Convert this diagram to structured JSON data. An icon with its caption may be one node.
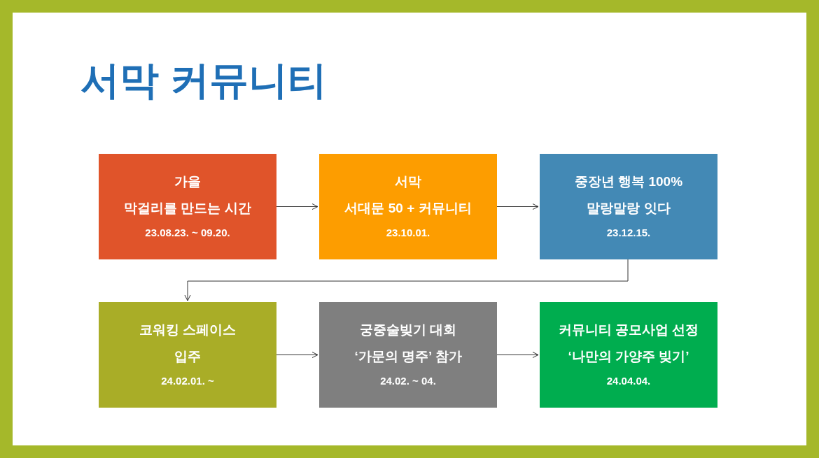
{
  "diagram": {
    "title": "서막 커뮤니티",
    "nodes": [
      {
        "text": [
          "가을",
          "막걸리를 만드는 시간",
          "23.08.23. ~ 09.20."
        ]
      },
      {
        "text": [
          "서막",
          "서대문 50 + 커뮤니티",
          "23.10.01."
        ]
      },
      {
        "text": [
          "중장년 행복 100%",
          "말랑말랑 잇다",
          "23.12.15."
        ]
      },
      {
        "text": [
          "코워킹 스페이스",
          "입주",
          "24.02.01. ~"
        ]
      },
      {
        "text": [
          "궁중술빚기 대회",
          "‘가문의 명주’ 참가",
          "24.02. ~ 04."
        ]
      },
      {
        "text": [
          "커뮤니티 공모사업 선정",
          "‘나만의 가양주 빚기’",
          "24.04.04."
        ]
      }
    ],
    "edges": [
      {
        "from": 0,
        "to": 1,
        "arrow": "to"
      },
      {
        "from": 1,
        "to": 2,
        "arrow": "to"
      },
      {
        "from": 2,
        "to": 3,
        "arrow": "to"
      },
      {
        "from": 3,
        "to": 4,
        "arrow": "to"
      },
      {
        "from": 4,
        "to": 5,
        "arrow": "to"
      }
    ]
  }
}
